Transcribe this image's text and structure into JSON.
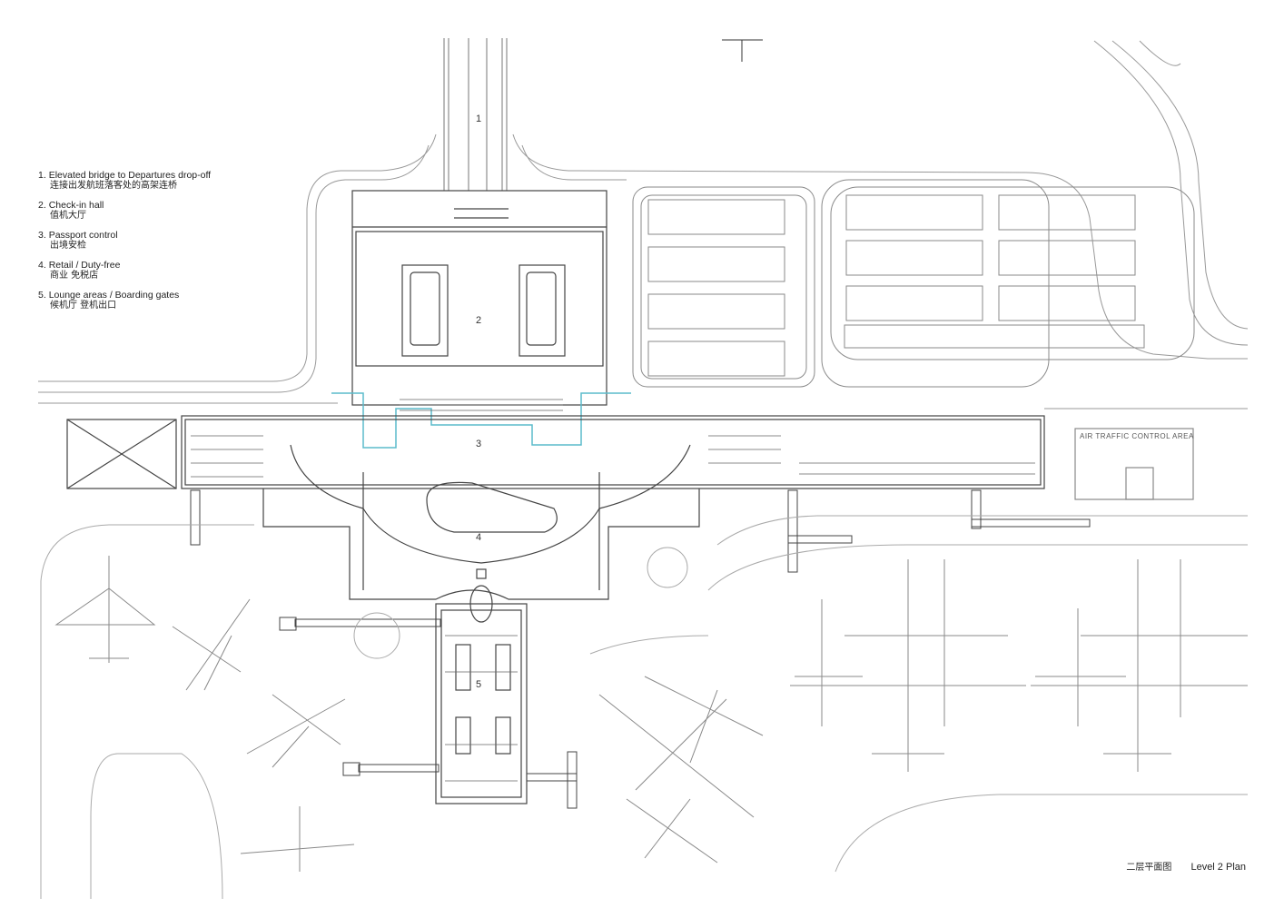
{
  "legend": {
    "items": [
      {
        "num": "1.",
        "en": "Elevated bridge to Departures drop-off",
        "zh": "连接出发航班落客处的高架连桥"
      },
      {
        "num": "2.",
        "en": "Check-in hall",
        "zh": "值机大厅"
      },
      {
        "num": "3.",
        "en": "Passport control",
        "zh": "出境安检"
      },
      {
        "num": "4.",
        "en": "Retail / Duty-free",
        "zh": "商业 免税店"
      },
      {
        "num": "5.",
        "en": "Lounge areas / Boarding gates",
        "zh": "候机厅 登机出口"
      }
    ]
  },
  "plan": {
    "area_numbers": [
      "1",
      "2",
      "3",
      "4",
      "5"
    ],
    "atc_label": "AIR TRAFFIC CONTROL AREA"
  },
  "caption": {
    "zh": "二层平面图",
    "en": "Level 2 Plan"
  },
  "colors": {
    "line": "#555555",
    "light_line": "#9a9a9a",
    "accent": "#5bbccc"
  }
}
